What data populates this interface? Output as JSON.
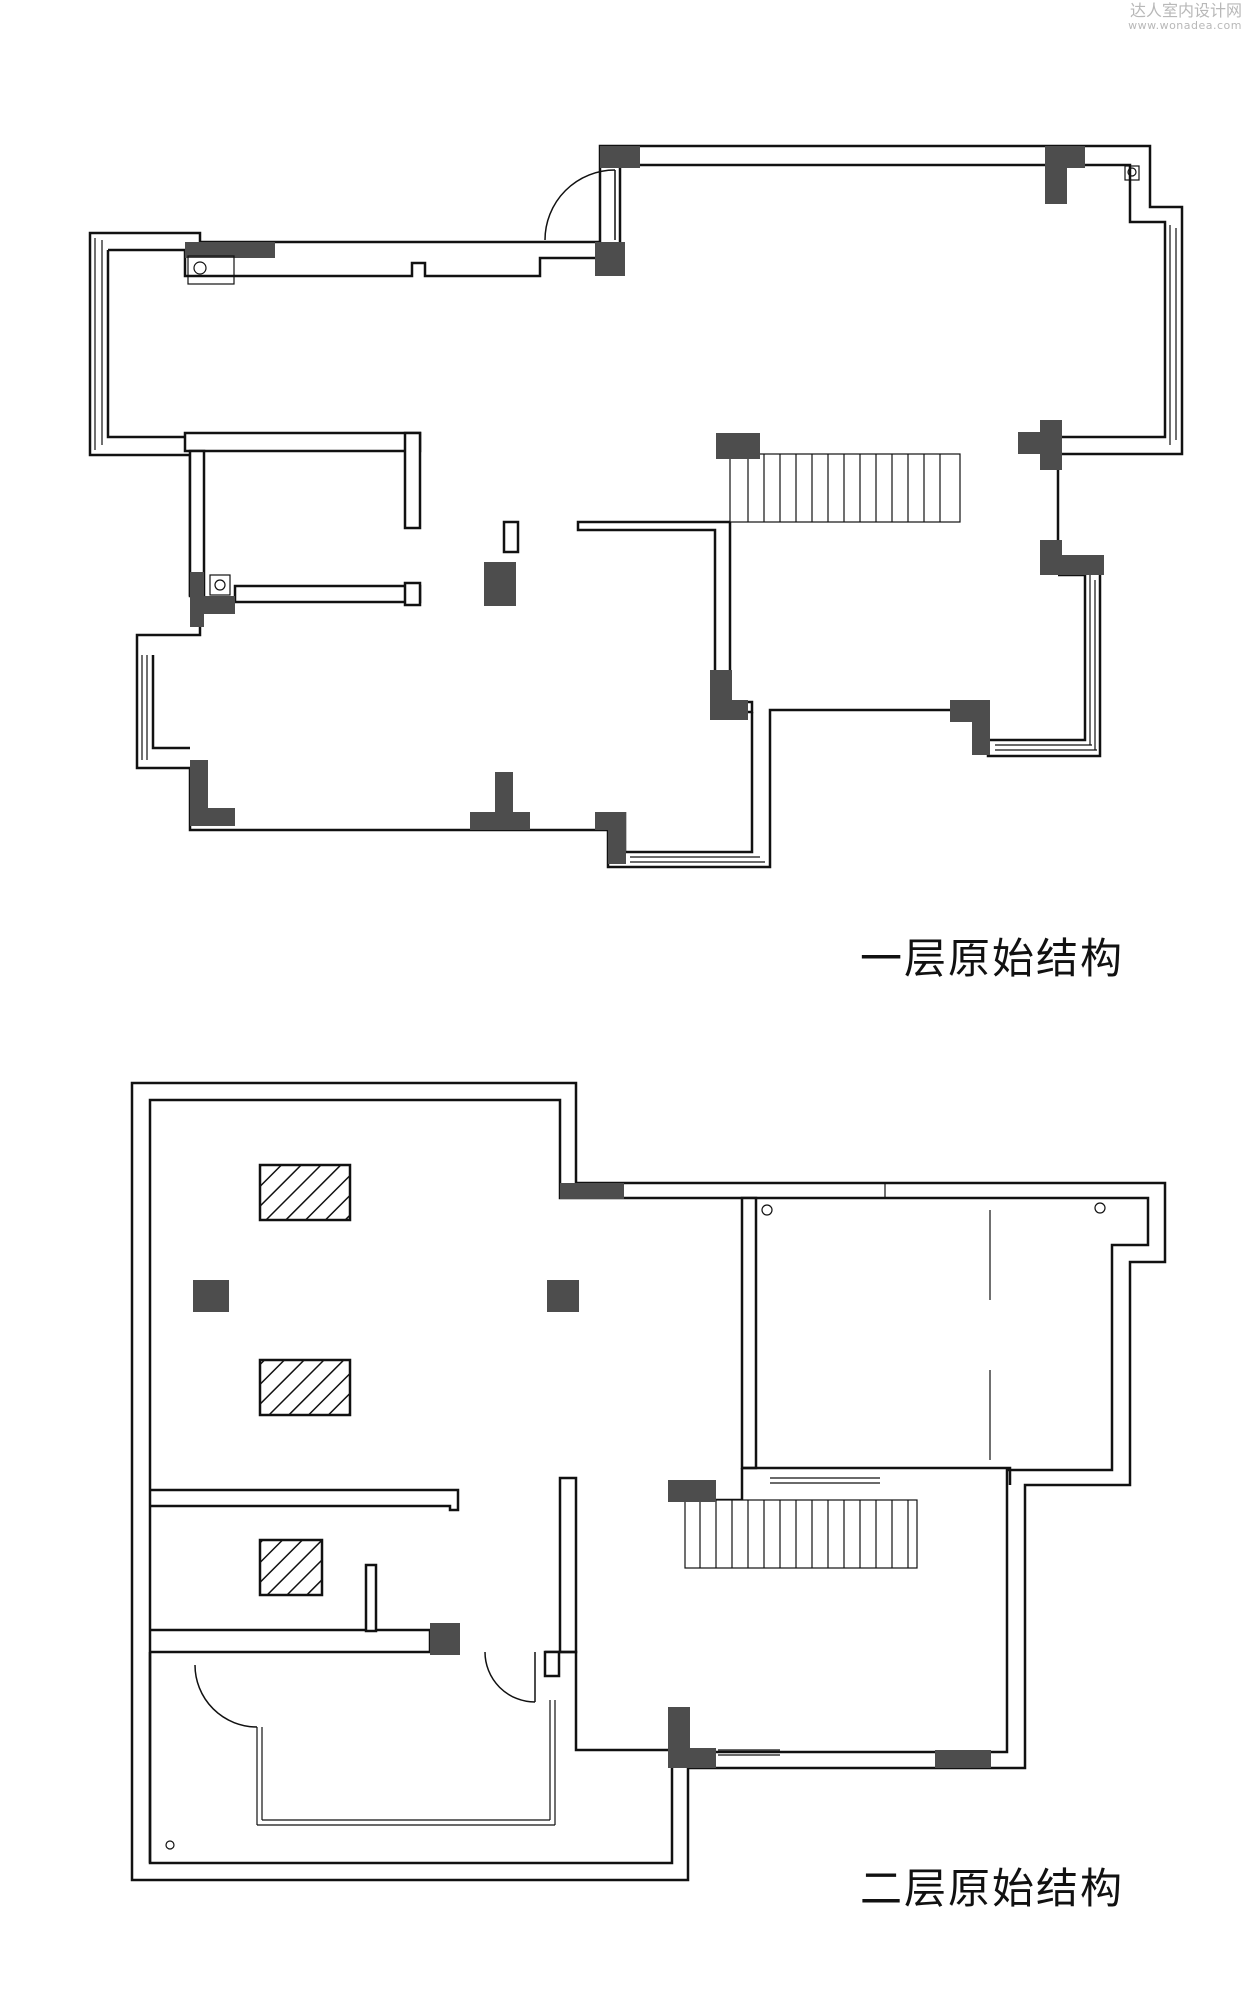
{
  "watermark": {
    "site_name": "达人室内设计网",
    "site_url": "www.wonadea.com"
  },
  "floor_plans": [
    {
      "caption": "一层原始结构"
    },
    {
      "caption": "二层原始结构"
    }
  ],
  "colors": {
    "wall": "#111111",
    "column": "#4d4d4d",
    "background": "#ffffff"
  }
}
